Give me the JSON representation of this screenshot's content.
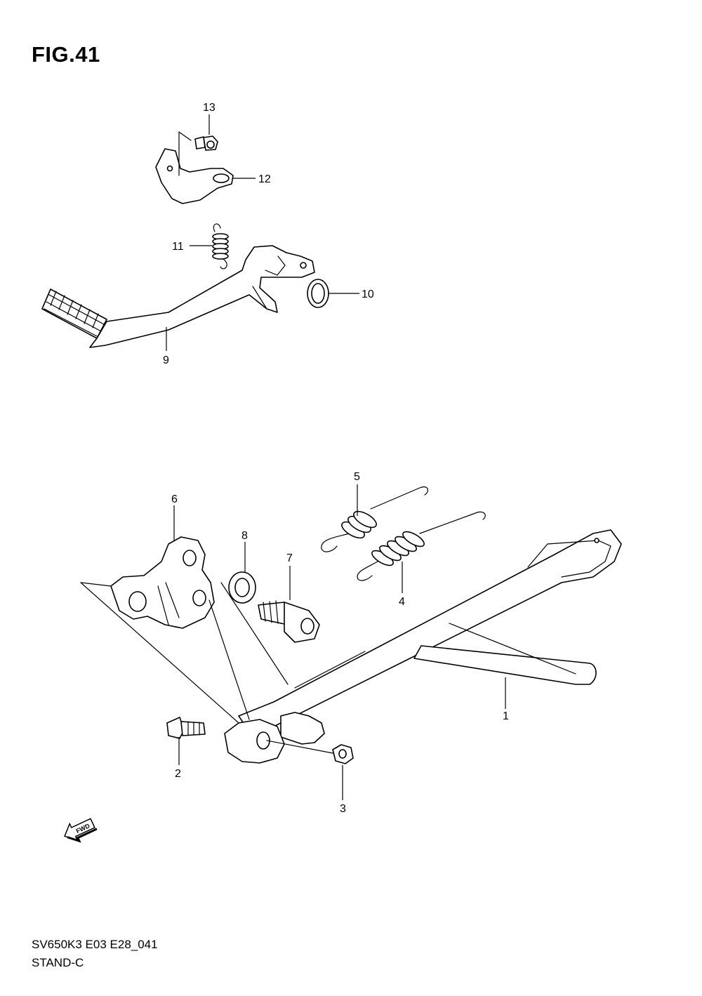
{
  "figure": {
    "title": "FIG.41"
  },
  "callouts": [
    {
      "id": "1",
      "label": "1"
    },
    {
      "id": "2",
      "label": "2"
    },
    {
      "id": "3",
      "label": "3"
    },
    {
      "id": "4",
      "label": "4"
    },
    {
      "id": "5",
      "label": "5"
    },
    {
      "id": "6",
      "label": "6"
    },
    {
      "id": "7",
      "label": "7"
    },
    {
      "id": "8",
      "label": "8"
    },
    {
      "id": "9",
      "label": "9"
    },
    {
      "id": "10",
      "label": "10"
    },
    {
      "id": "11",
      "label": "11"
    },
    {
      "id": "12",
      "label": "12"
    },
    {
      "id": "13",
      "label": "13"
    }
  ],
  "fwd_arrow": {
    "label": "FWD",
    "icon": "fwd-arrow-icon"
  },
  "footer": {
    "model_code": "SV650K3 E03 E28_041",
    "section_name": "STAND-C"
  }
}
